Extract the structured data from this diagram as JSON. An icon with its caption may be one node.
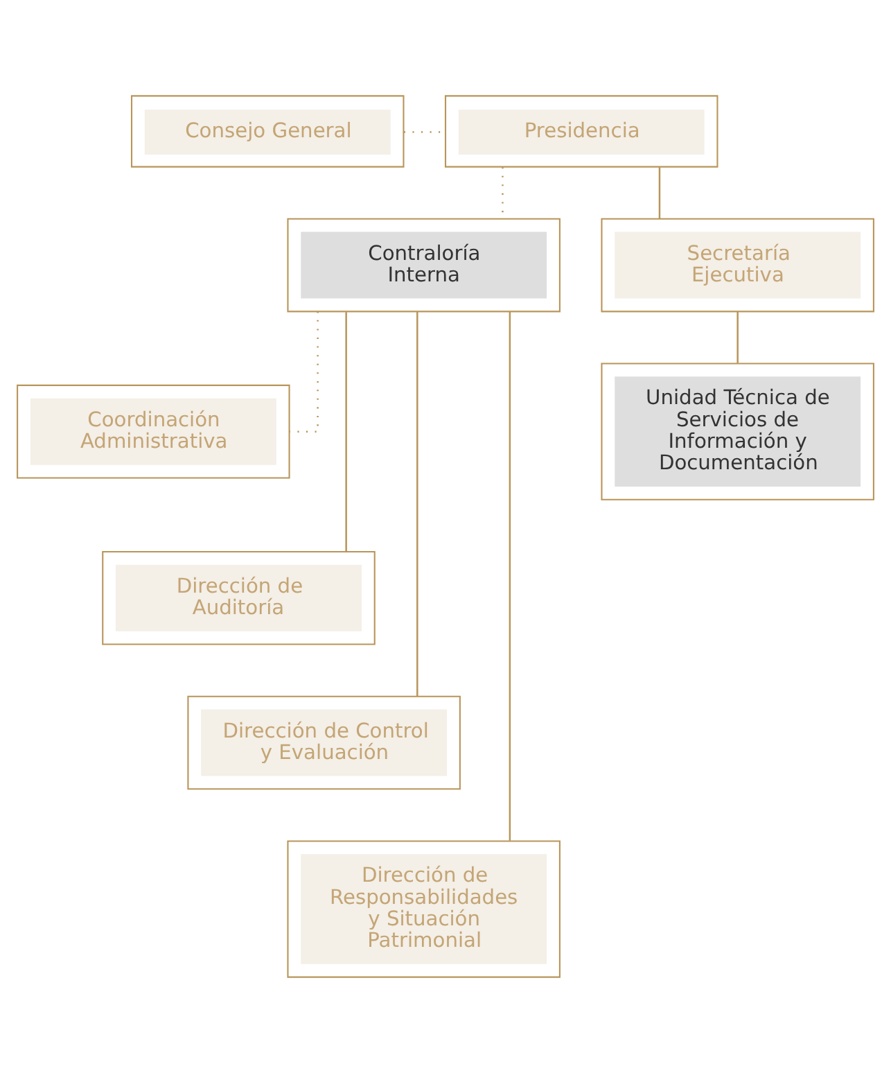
{
  "diagram": {
    "nodes": [
      {
        "text": [
          "Consejo General"
        ]
      },
      {
        "text": [
          "Presidencia"
        ]
      },
      {
        "text": [
          "Contraloría Interna"
        ]
      },
      {
        "text": [
          "Secretaría Ejecutiva"
        ]
      },
      {
        "text": [
          "Unidad Técnica de Servicios de Información y Documentación"
        ]
      },
      {
        "text": [
          "Coordinación Administrativa"
        ]
      },
      {
        "text": [
          "Dirección de Auditoría"
        ]
      },
      {
        "text": [
          "Dirección de Control y Evaluación"
        ]
      },
      {
        "text": [
          "Dirección de Responsabilidades y Situación Patrimonial"
        ]
      }
    ],
    "edges": [
      {
        "from": 0,
        "to": 1,
        "arrow": "none",
        "style": "dashed"
      },
      {
        "from": 1,
        "to": 2,
        "arrow": "none",
        "style": "dashed"
      },
      {
        "from": 1,
        "to": 3,
        "arrow": "none"
      },
      {
        "from": 3,
        "to": 4,
        "arrow": "none"
      },
      {
        "from": 2,
        "to": 5,
        "arrow": "none",
        "style": "dashed"
      },
      {
        "from": 2,
        "to": 6,
        "arrow": "none"
      },
      {
        "from": 2,
        "to": 7,
        "arrow": "none"
      },
      {
        "from": 2,
        "to": 8,
        "arrow": "none"
      }
    ]
  }
}
